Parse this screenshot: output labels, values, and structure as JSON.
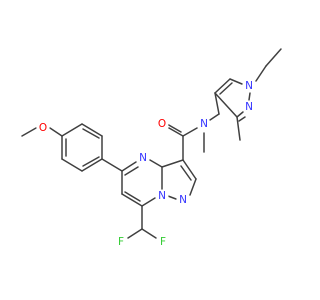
{
  "colors": {
    "bond": "#404040",
    "N": "#3333ff",
    "O": "#ff0000",
    "F": "#33cc33",
    "background": "#ffffff"
  },
  "atoms": {
    "methoxy_o": "O",
    "carbonyl_o": "O",
    "amide_n": "N",
    "pyrazole_n1": "N",
    "pyrazole_n2": "N",
    "pyrimidine_n4": "N",
    "bridge_n": "N",
    "pyrazole_n_ring": "N",
    "fluorine_1": "F",
    "fluorine_2": "F"
  }
}
